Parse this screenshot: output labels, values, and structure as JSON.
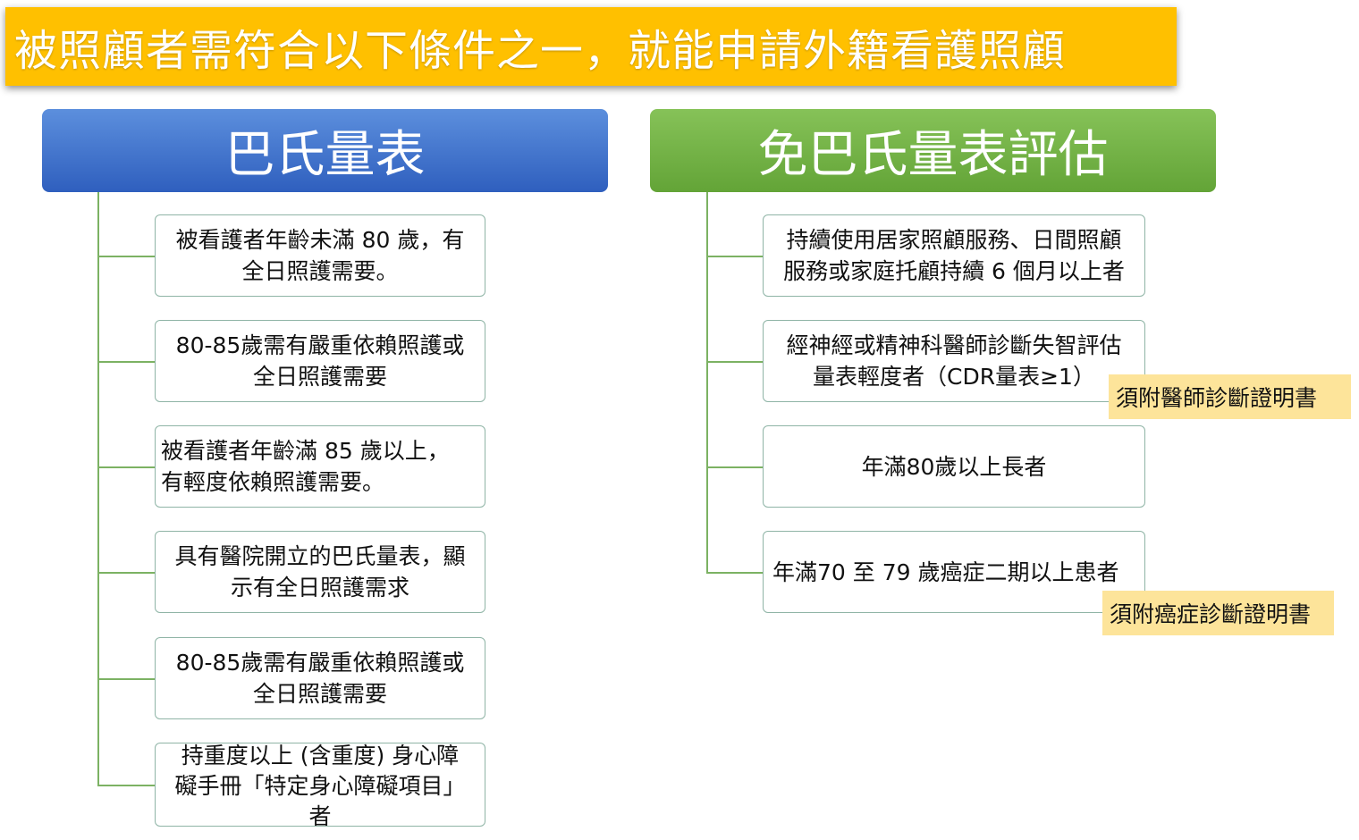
{
  "title": "被照顧者需符合以下條件之一，就能申請外籍看護照顧",
  "left_branch": {
    "header": "巴氏量表",
    "items": [
      "被看護者年齡未滿 80 歲，有\n全日照護需要。",
      "80-85歲需有嚴重依賴照護或\n全日照護需要",
      "被看護者年齡滿 85 歲以上，\n有輕度依賴照護需要。",
      "具有醫院開立的巴氏量表，顯\n示有全日照護需求",
      "80-85歲需有嚴重依賴照護或\n全日照護需要",
      "持重度以上 (含重度) 身心障\n礙手冊「特定身心障礙項目」\n者"
    ]
  },
  "right_branch": {
    "header": "免巴氏量表評估",
    "items": [
      "持續使用居家照顧服務、日間照顧\n服務或家庭托顧持續 6 個月以上者",
      "經神經或精神科醫師診斷失智評估\n量表輕度者（CDR量表≥1）",
      "年滿80歲以上長者",
      "年滿70 至 79 歲癌症二期以上患者"
    ],
    "notes": [
      "須附醫師診斷證明書",
      "須附癌症診斷證明書"
    ]
  },
  "colors": {
    "title_bg": "#FFC000",
    "left_header": "#3a6cc8",
    "right_header": "#6aab3e",
    "connector": "#7cb263",
    "note_bg": "#FDE49A"
  }
}
